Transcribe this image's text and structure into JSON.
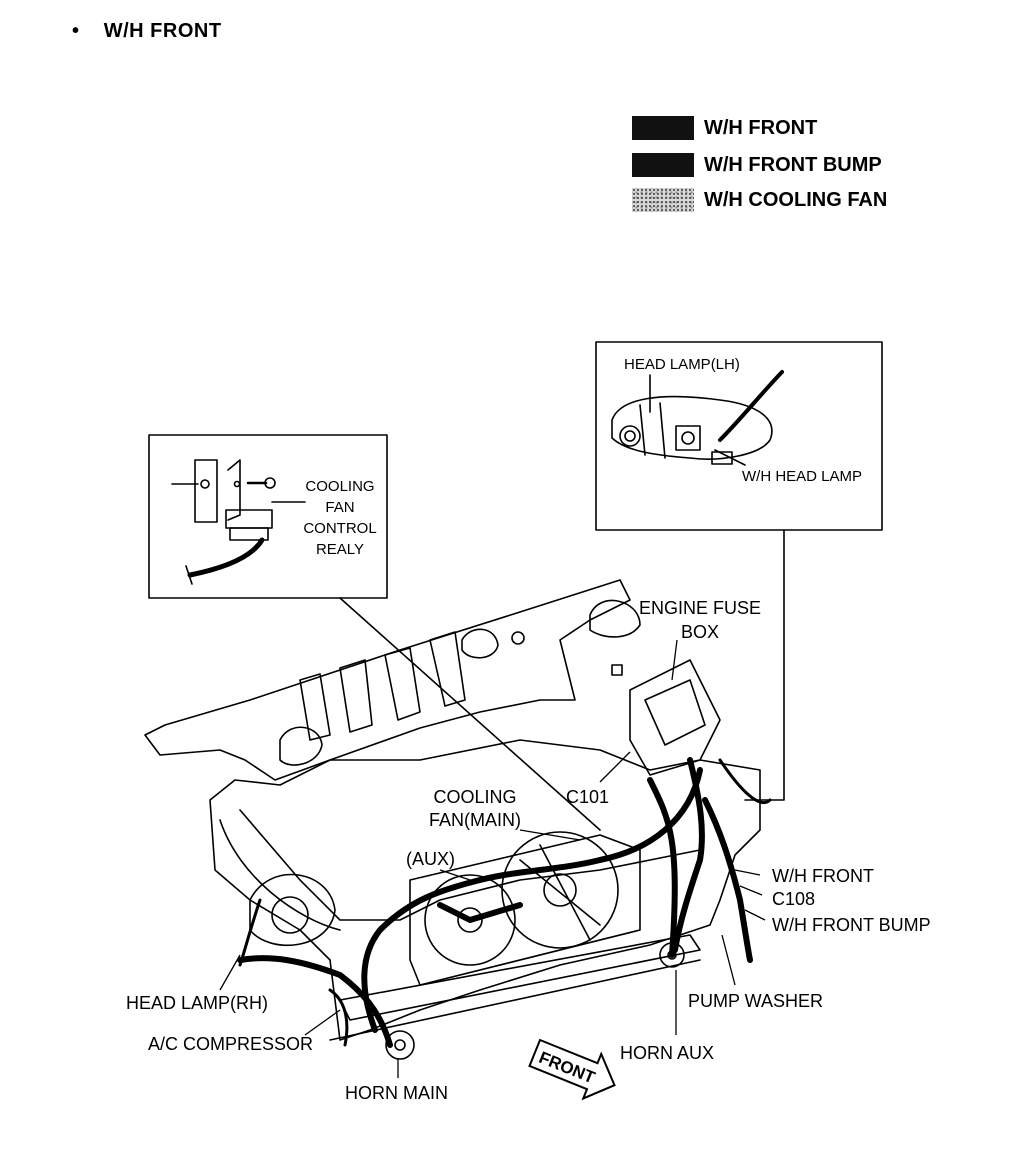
{
  "header": {
    "bullet": "•",
    "title": "W/H FRONT"
  },
  "legend": [
    {
      "label": "W/H FRONT",
      "style": "solid",
      "color": "#111111"
    },
    {
      "label": "W/H FRONT BUMP",
      "style": "solid",
      "color": "#111111"
    },
    {
      "label": "W/H COOLING FAN",
      "style": "dotted",
      "color": "#cccccc"
    }
  ],
  "inset_relay": {
    "lines": [
      "COOLING",
      "FAN",
      "CONTROL",
      "REALY"
    ]
  },
  "inset_headlamp": {
    "top_label": "HEAD LAMP(LH)",
    "bottom_label": "W/H HEAD LAMP"
  },
  "callouts": {
    "engine_fuse_box": [
      "ENGINE FUSE",
      "BOX"
    ],
    "c101": "C101",
    "cooling_fan_main": [
      "COOLING",
      "FAN(MAIN)"
    ],
    "aux": "(AUX)",
    "wh_front": "W/H FRONT",
    "c108": "C108",
    "wh_front_bump": "W/H FRONT BUMP",
    "head_lamp_rh": "HEAD LAMP(RH)",
    "pump_washer": "PUMP WASHER",
    "ac_compressor": "A/C COMPRESSOR",
    "horn_aux": "HORN AUX",
    "horn_main": "HORN MAIN",
    "front_arrow": "FRONT"
  }
}
